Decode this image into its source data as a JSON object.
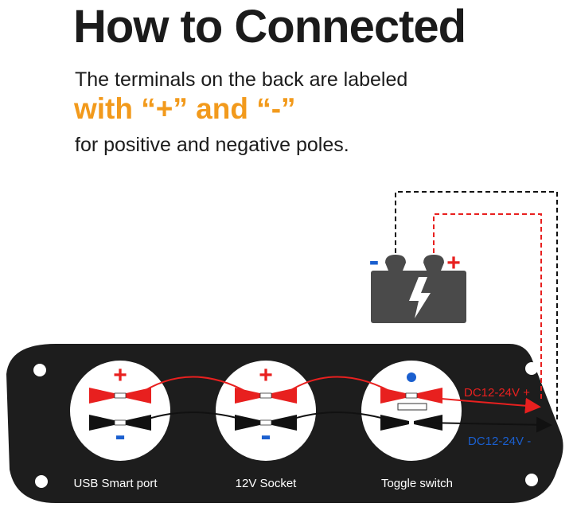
{
  "heading": {
    "title": "How to Connected",
    "line1": "The terminals on the back are labeled",
    "line2": "with “+” and “-”",
    "line3": "for positive and negative poles."
  },
  "battery": {
    "minus_sign": "-",
    "plus_sign": "+"
  },
  "terminals": {
    "plus_sign": "+",
    "minus_sign": "-"
  },
  "ports": [
    {
      "label": "USB Smart port"
    },
    {
      "label": "12V Socket"
    },
    {
      "label": "Toggle switch"
    }
  ],
  "wiring": {
    "positive_label": "DC12-24V +",
    "negative_label": "DC12-24V -"
  },
  "colors": {
    "accent": "#f29a1c",
    "positive": "#e8201f",
    "negative": "#1a5fcf",
    "panel": "#1d1d1d",
    "battery": "#4a4a4a"
  }
}
